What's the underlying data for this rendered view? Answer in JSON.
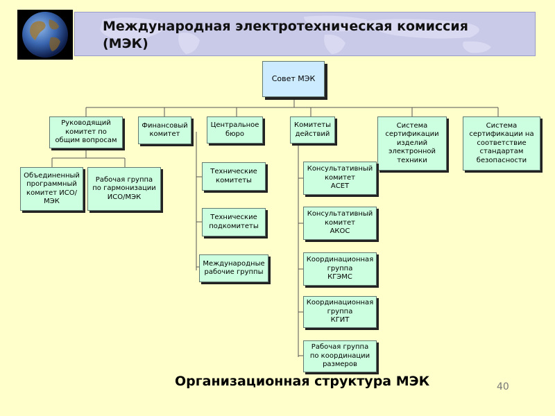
{
  "header": {
    "title": "Международная электротехническая комиссия\n(МЭК)"
  },
  "chart": {
    "top_box": "Совет МЭК",
    "row1": [
      "Руководящий\nкомитет по\nобщим вопросам",
      "Финансовый\nкомитет",
      "Центральное\nбюро",
      "Комитеты\nдействий",
      "Система\nсертификации\nизделий\nэлектронной\nтехники",
      "Система\nсертификации на\nсоответствие\nстандартам\nбезопасности"
    ],
    "left_group": [
      "Объединенный\nпрограммный\nкомитет ИСО/\nМЭК",
      "Рабочая группа\nпо гармонизации\nИСО/МЭК"
    ],
    "bureau_group": [
      "Технические\nкомитеты",
      "Технические\nподкомитеты",
      "Международные\nрабочие группы"
    ],
    "action_group": [
      "Консультативный\nкомитет\nАСЕТ",
      "Консультативный\nкомитет\nАКОС",
      "Координационная\nгруппа\nКГЭМС",
      "Координационная\nгруппа\nКГИТ",
      "Рабочая группа\nпо координации\nразмеров"
    ]
  },
  "footer": {
    "caption": "Организационная структура МЭК",
    "page_number": "40"
  },
  "colors": {
    "background": "#FFFFCC",
    "box_fill": "#CCFFE0",
    "top_box_fill": "#CCEBFF",
    "banner": "#C9C9E8"
  },
  "icons": [
    "globe-icon"
  ]
}
